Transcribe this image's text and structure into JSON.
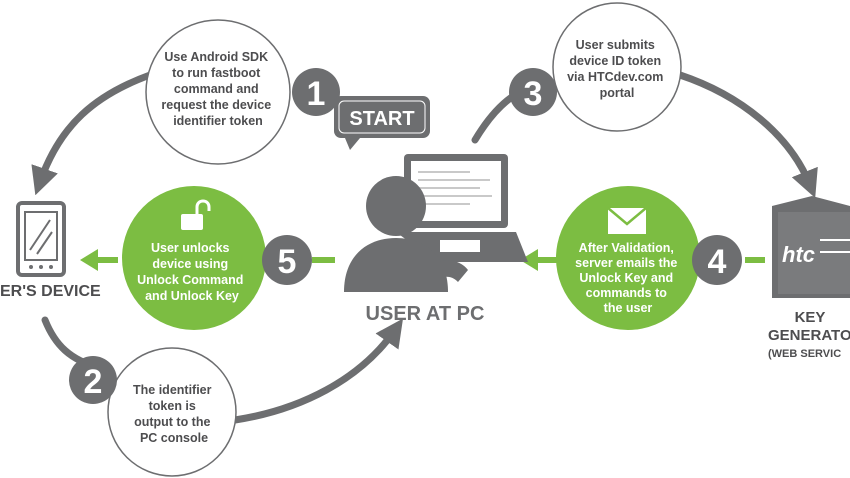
{
  "labels": {
    "device": "ER'S DEVICE",
    "user_at_pc": "USER AT PC",
    "key_generator_1": "KEY",
    "key_generator_2": "GENERATO",
    "key_generator_3": "(WEB SERVIC",
    "start": "START",
    "htc_logo": "htc"
  },
  "steps": [
    {
      "number": "1",
      "lines": [
        "Use Android SDK",
        "to run fastboot",
        "command and",
        "request the device",
        "identifier token"
      ]
    },
    {
      "number": "2",
      "lines": [
        "The identifier",
        "token is",
        "output to the",
        "PC console"
      ]
    },
    {
      "number": "3",
      "lines": [
        "User submits",
        "device ID token",
        "via HTCdev.com",
        "portal"
      ]
    },
    {
      "number": "4",
      "lines": [
        "After Validation,",
        "server emails the",
        "Unlock Key and",
        "commands to",
        "the user"
      ]
    },
    {
      "number": "5",
      "lines": [
        "User unlocks",
        "device using",
        "Unlock Command",
        "and Unlock Key"
      ]
    }
  ],
  "colors": {
    "gray_dark": "#6d6e70",
    "gray_arrow": "#6d6e70",
    "green": "#7cbd42",
    "green_light": "#8dc63f",
    "text_dark": "#4d4d4f",
    "circle_border": "#6d6e70",
    "white": "#ffffff"
  },
  "icons": [
    "phone-icon",
    "person-icon",
    "laptop-icon",
    "server-icon",
    "unlock-icon",
    "envelope-icon"
  ]
}
